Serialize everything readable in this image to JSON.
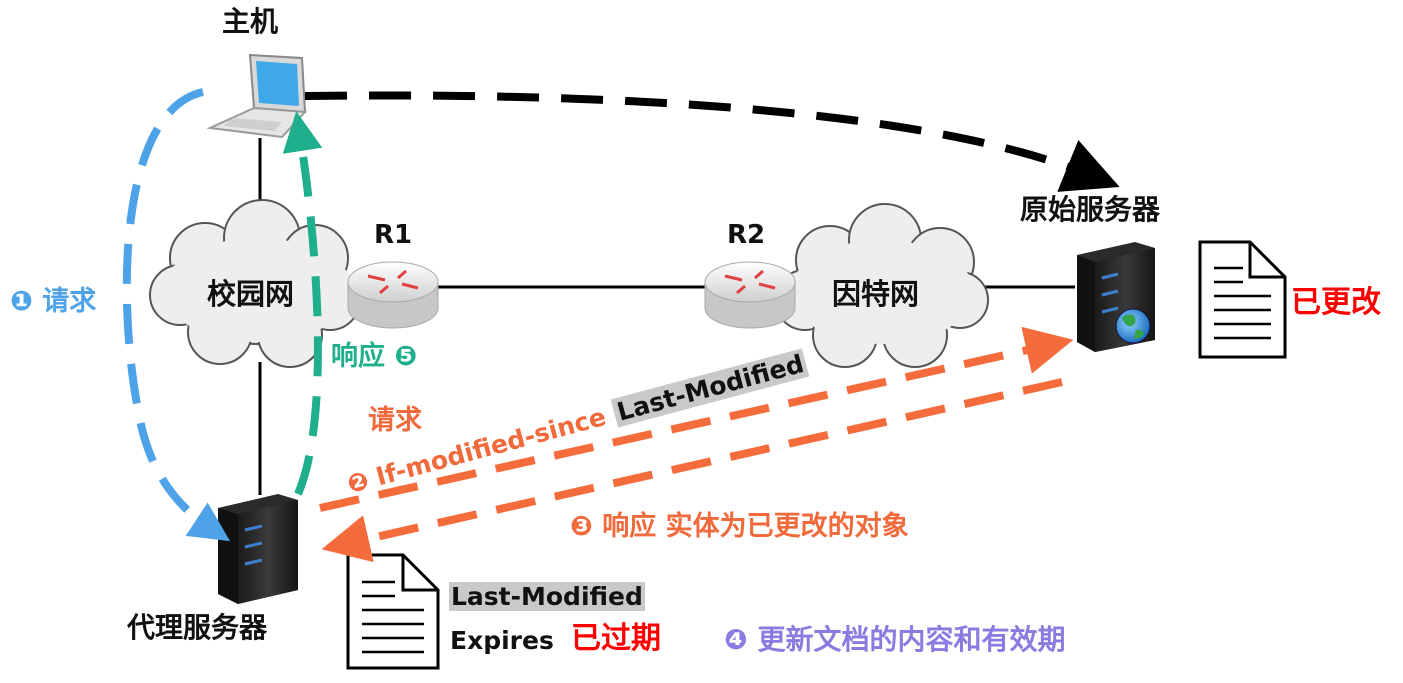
{
  "labels": {
    "host": "主机",
    "origin_server": "原始服务器",
    "proxy_server": "代理服务器",
    "r1": "R1",
    "r2": "R2",
    "campus_net": "校园网",
    "internet": "因特网",
    "origin_changed": "已更改"
  },
  "steps": {
    "step1": "❶ 请求",
    "step2_title": "请求",
    "step2_line": "❷ If-modified-since",
    "step2_header": "Last-Modified",
    "step3": "❸ 响应 实体为已更改的对象",
    "step4": "❹ 更新文档的内容和有效期",
    "step5": "响应 ❺"
  },
  "proxy_doc": {
    "last_modified": "Last-Modified",
    "expires": "Expires",
    "expired": "已过期"
  },
  "colors": {
    "blue": "#4ea3e8",
    "teal": "#1faf8c",
    "orange": "#f56c3c",
    "red": "#ff0000",
    "purple": "#8b7be0",
    "black": "#000000"
  },
  "icons": [
    "laptop-icon",
    "cloud-icon",
    "router-icon",
    "server-icon",
    "globe-icon",
    "document-icon"
  ]
}
